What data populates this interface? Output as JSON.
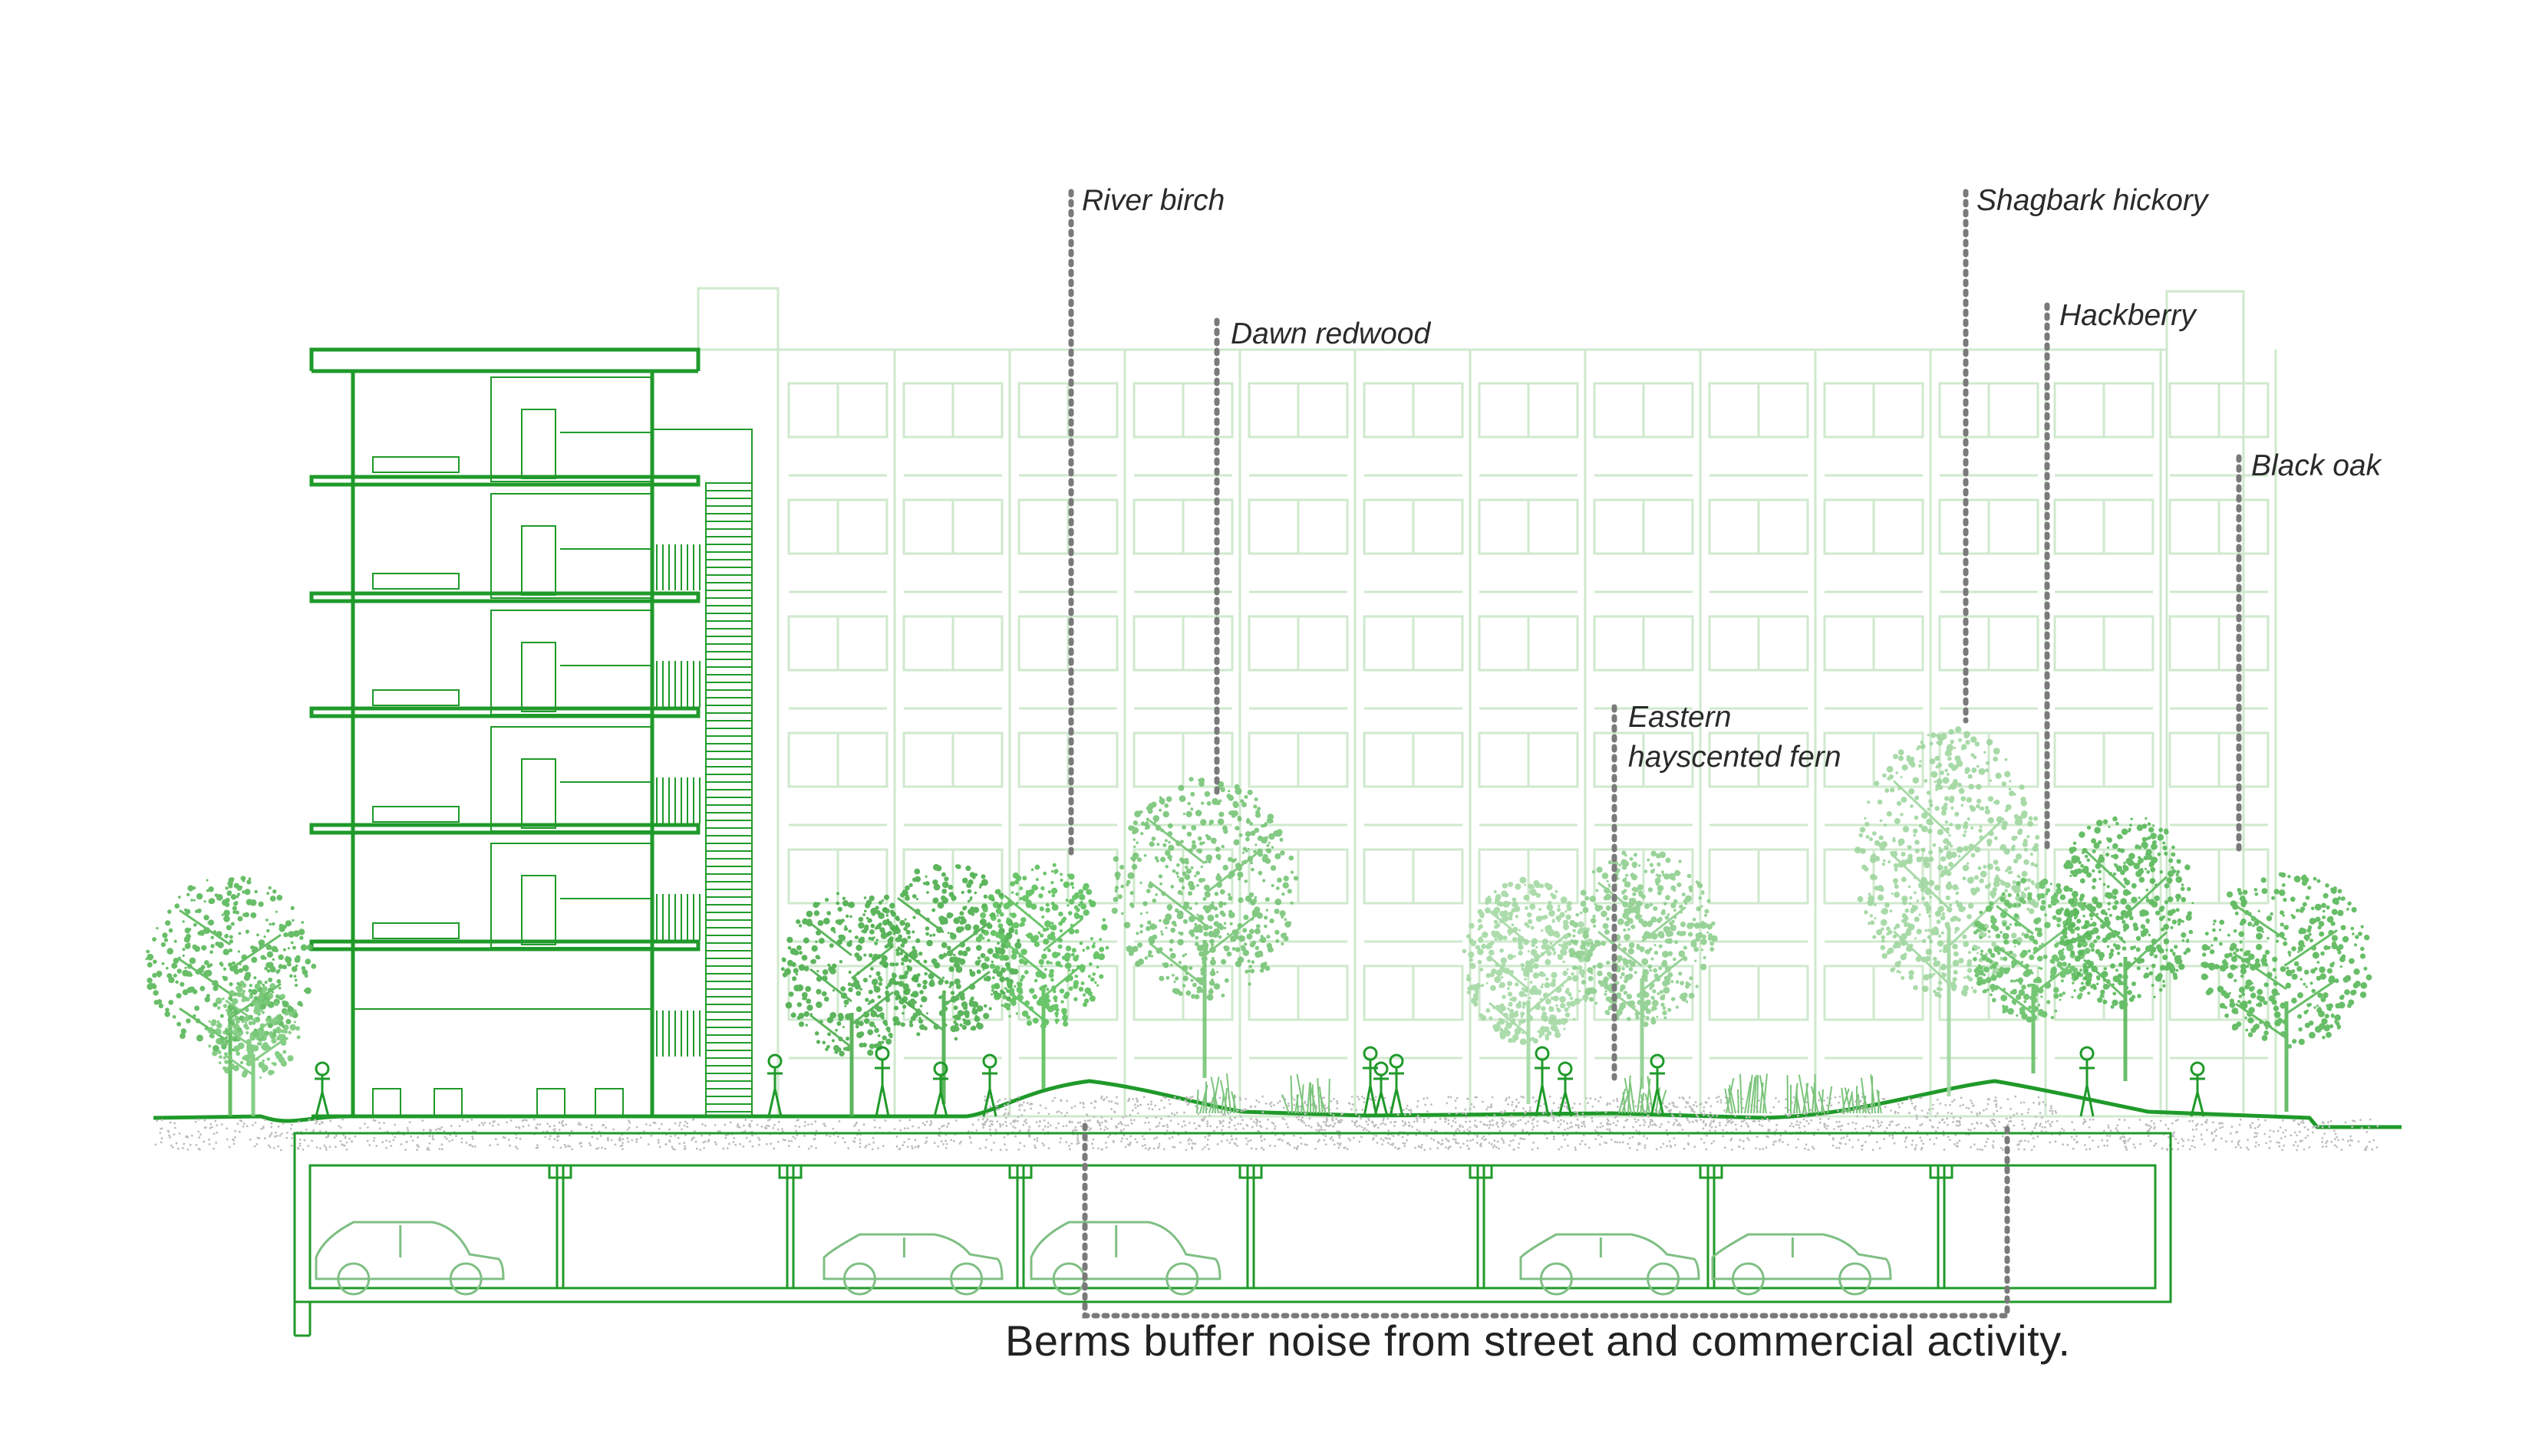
{
  "labels": {
    "river_birch": "River birch",
    "dawn_redwood": "Dawn redwood",
    "fern_line1": "Eastern",
    "fern_line2": "hayscented fern",
    "shagbark_hickory": "Shagbark hickory",
    "hackberry": "Hackberry",
    "black_oak": "Black oak"
  },
  "caption": "Berms buffer noise from street and commercial activity.",
  "colors": {
    "line_green": "#1f9a2a",
    "pale_green": "#c9e8c7",
    "tree_green": "#5cbf5c",
    "leader_gray": "#7a7a7a",
    "text": "#2a2a2a"
  }
}
